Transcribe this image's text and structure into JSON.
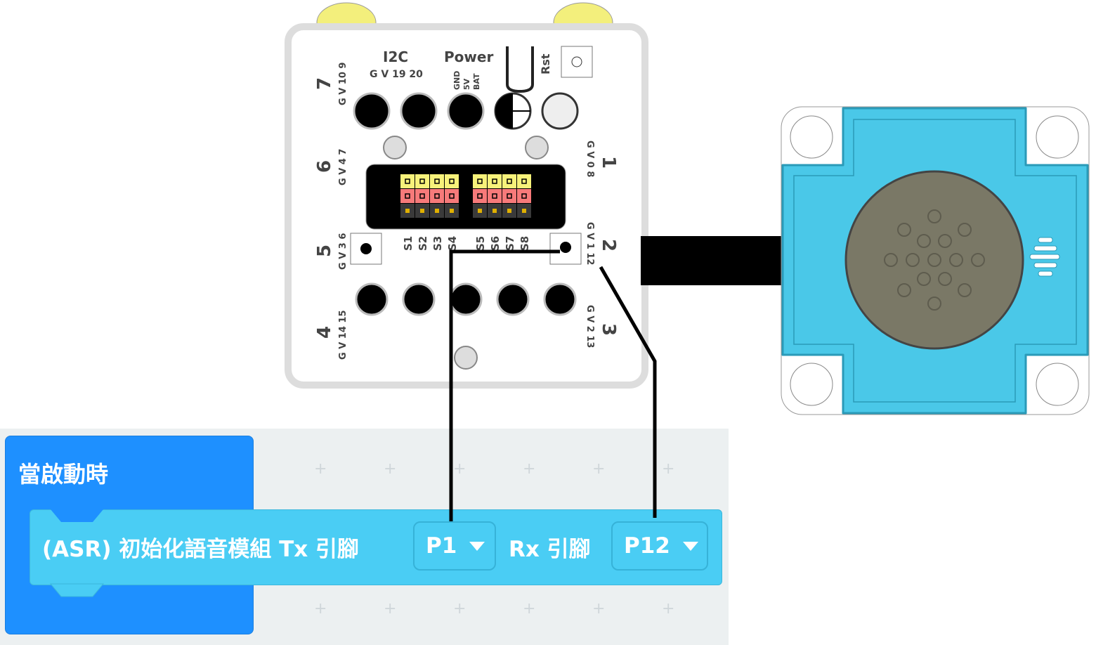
{
  "board": {
    "top_labels": {
      "i2c": "I2C",
      "i2c_pins": "G V 19 20",
      "power": "Power",
      "power_pins": [
        "GND",
        "5V",
        "BAT"
      ],
      "reset": "Rst"
    },
    "ports": [
      {
        "num": "1",
        "pins": "G V 0 8"
      },
      {
        "num": "2",
        "pins": "G V 1 12"
      },
      {
        "num": "3",
        "pins": "G V 2 13"
      },
      {
        "num": "4",
        "pins": "G V 14 15"
      },
      {
        "num": "5",
        "pins": "G V 3 6"
      },
      {
        "num": "6",
        "pins": "G V 4 7"
      },
      {
        "num": "7",
        "pins": "G V 10 9"
      }
    ],
    "servo_labels": [
      "S1",
      "S2",
      "S3",
      "S4",
      "S5",
      "S6",
      "S7",
      "S8"
    ],
    "colors": {
      "header_yellow": "#f7f27a",
      "header_red": "#f77a7a",
      "header_dark": "#3a3a3a",
      "module_blue": "#4ac8e8",
      "speaker": "#7a7866"
    }
  },
  "blocks": {
    "hat_label": "當啟動時",
    "statement": {
      "prefix": "(ASR) 初始化語音模組 Tx 引腳",
      "tx_value": "P1",
      "middle": "Rx 引腳",
      "rx_value": "P12"
    },
    "colors": {
      "hat": "#1e90ff",
      "statement": "#4acdf4"
    }
  }
}
